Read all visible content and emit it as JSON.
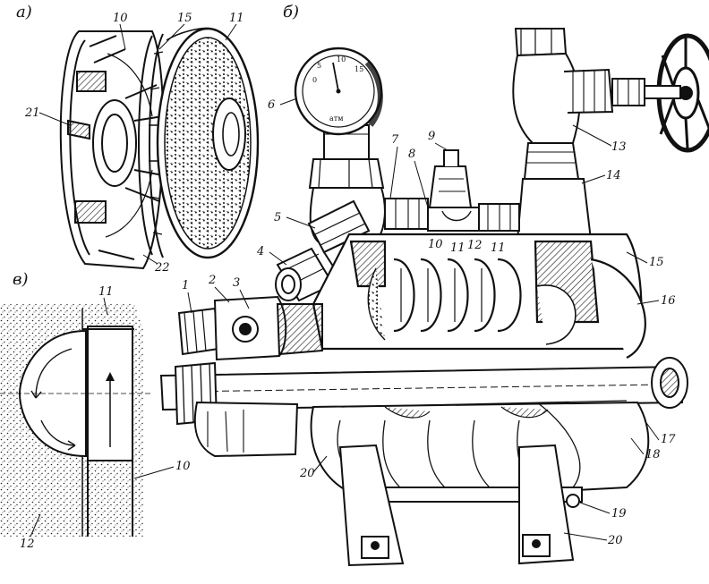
{
  "colors": {
    "ink": "#111111",
    "paper": "#ffffff",
    "hatch": "#222222"
  },
  "panels": {
    "a": "а)",
    "b": "б)",
    "v": "в)"
  },
  "gauge": {
    "scale": [
      "0",
      "5",
      "10",
      "15"
    ],
    "unit": "атм"
  },
  "labels": {
    "a_10": "10",
    "a_15": "15",
    "a_11": "11",
    "a_21": "21",
    "a_22": "22",
    "b_6": "6",
    "b_7": "7",
    "b_8": "8",
    "b_9": "9",
    "b_13": "13",
    "b_14": "14",
    "b_5": "5",
    "b_4": "4",
    "b_15": "15",
    "b_16": "16",
    "b_1": "1",
    "b_2": "2",
    "b_3": "3",
    "b_10": "10",
    "b_11a": "11",
    "b_12": "12",
    "b_11b": "11",
    "b_17": "17",
    "b_18": "18",
    "b_19": "19",
    "b_20a": "20",
    "b_20b": "20",
    "v_11": "11",
    "v_10": "10",
    "v_12": "12"
  }
}
